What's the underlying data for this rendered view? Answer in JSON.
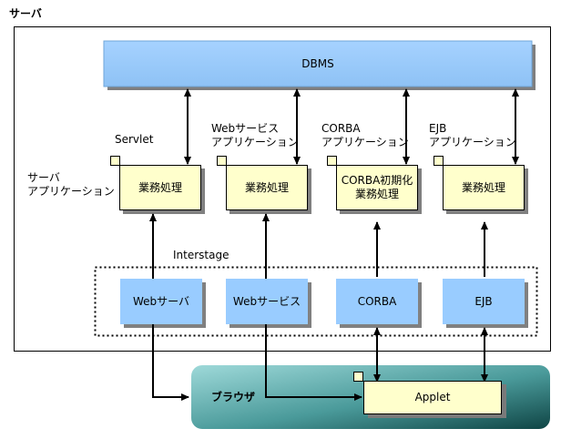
{
  "labels": {
    "server": "サーバ",
    "server_app": "サーバ\nアプリケーション",
    "servlet": "Servlet",
    "web_service_app": "Webサービス\nアプリケーション",
    "corba_app": "CORBA\nアプリケーション",
    "ejb_app": "EJB\nアプリケーション",
    "interstage": "Interstage"
  },
  "boxes": {
    "dbms": "DBMS",
    "biz1": "業務処理",
    "biz2": "業務処理",
    "biz3": "CORBA初期化\n業務処理",
    "biz4": "業務処理",
    "web_server": "Webサーバ",
    "web_service": "Webサービス",
    "corba": "CORBA",
    "ejb": "EJB",
    "browser": "ブラウザ",
    "applet": "Applet"
  },
  "colors": {
    "blue_box": "#99ccff",
    "yellow_box": "#ffffcc",
    "browser_teal_light": "#8ccfcf",
    "browser_teal_dark": "#1e5c5c"
  }
}
